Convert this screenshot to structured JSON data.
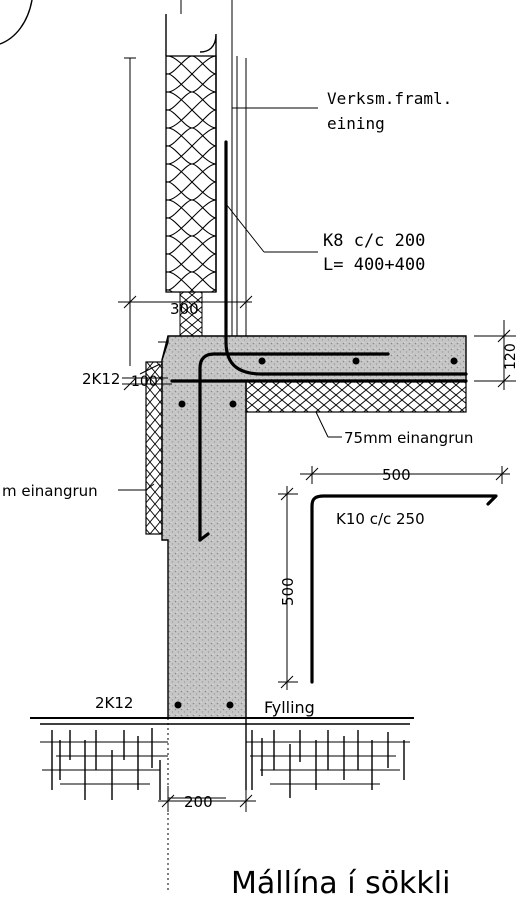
{
  "labels": {
    "prefab_unit_line1": "Verksm.framl.",
    "prefab_unit_line2": "eining",
    "rebar_k8_line1": "K8 c/c 200",
    "rebar_k8_line2": "L= 400+400",
    "dim_300": "300",
    "dim_120": "120",
    "dim_100": "100",
    "rebar_top": "2K12",
    "rebar_bottom": "2K12",
    "insulation_slab": "75mm einangrun",
    "insulation_wall": "m einangrun",
    "dim_500_h": "500",
    "dim_500_v": "500",
    "rebar_k10": "K10 c/c 250",
    "fill": "Fylling",
    "dim_200": "200",
    "title": "Mállína í sökkli"
  },
  "colors": {
    "ink": "#000000",
    "concrete": "#c9c9c9",
    "paper": "#ffffff"
  }
}
